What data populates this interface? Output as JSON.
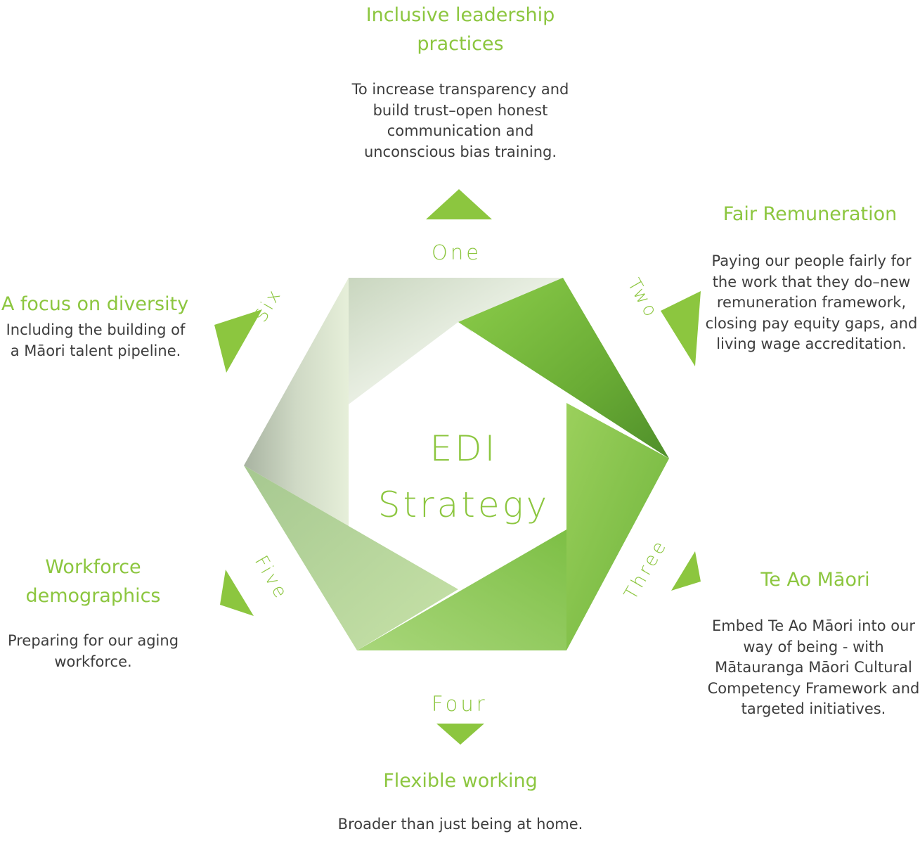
{
  "center": {
    "line1": "EDI",
    "line2": "Strategy"
  },
  "steps": [
    {
      "number": "One",
      "heading": "Inclusive leadership practices",
      "text": "To increase transparency and build trust–open honest communication and unconscious bias training."
    },
    {
      "number": "Two",
      "heading": "Fair Remuneration",
      "text": "Paying our people fairly for the work that they do–new remuneration framework, closing pay equity gaps, and living wage accreditation."
    },
    {
      "number": "Three",
      "heading": "Te Ao Māori",
      "text": "Embed Te Ao Māori into our way of being - with Mātauranga Māori Cultural Competency Framework and targeted initiatives."
    },
    {
      "number": "Four",
      "heading": "Flexible working",
      "text": "Broader than just being at home."
    },
    {
      "number": "Five",
      "heading": "Workforce demographics",
      "text": "Preparing for our aging workforce."
    },
    {
      "number": "Six",
      "heading": "A focus on diversity",
      "text": "Including the building of a Māori talent pipeline."
    }
  ],
  "colors": {
    "accent": "#8cc63f",
    "text": "#3d3d3d"
  }
}
